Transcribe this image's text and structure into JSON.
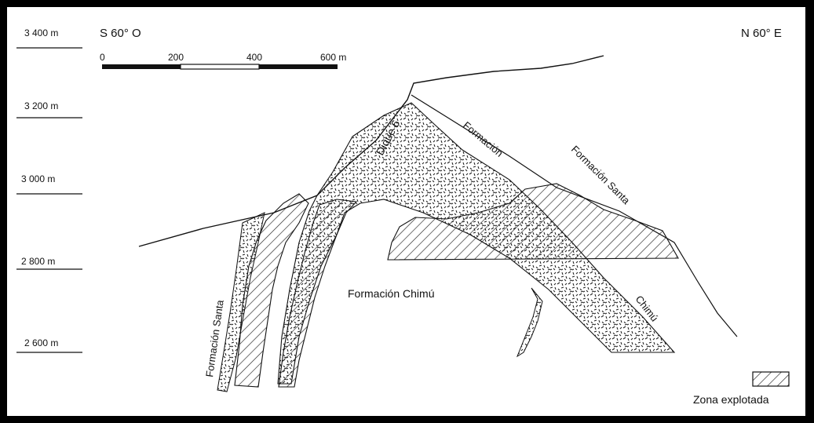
{
  "orientation": {
    "left": "S  60° O",
    "right": "N 60° E"
  },
  "elevations": [
    "3 400  m",
    "3 200  m",
    "3 000  m",
    "2 800  m",
    "2 600  m"
  ],
  "scale_bar": {
    "ticks": [
      "0",
      "200",
      "400",
      "600 m"
    ]
  },
  "labels": {
    "dike": "Dique 6",
    "formacion_upper": "Formación",
    "formacion_santa_right": "Formación   Santa",
    "formacion_santa_left": "Formación   Santa",
    "formacion_chimu": "Formación   Chimú",
    "chimu_right": "Chimú"
  },
  "legend": {
    "label": "Zona   explotada"
  },
  "colors": {
    "ink": "#111111",
    "background": "#ffffff",
    "frame": "#000000"
  }
}
